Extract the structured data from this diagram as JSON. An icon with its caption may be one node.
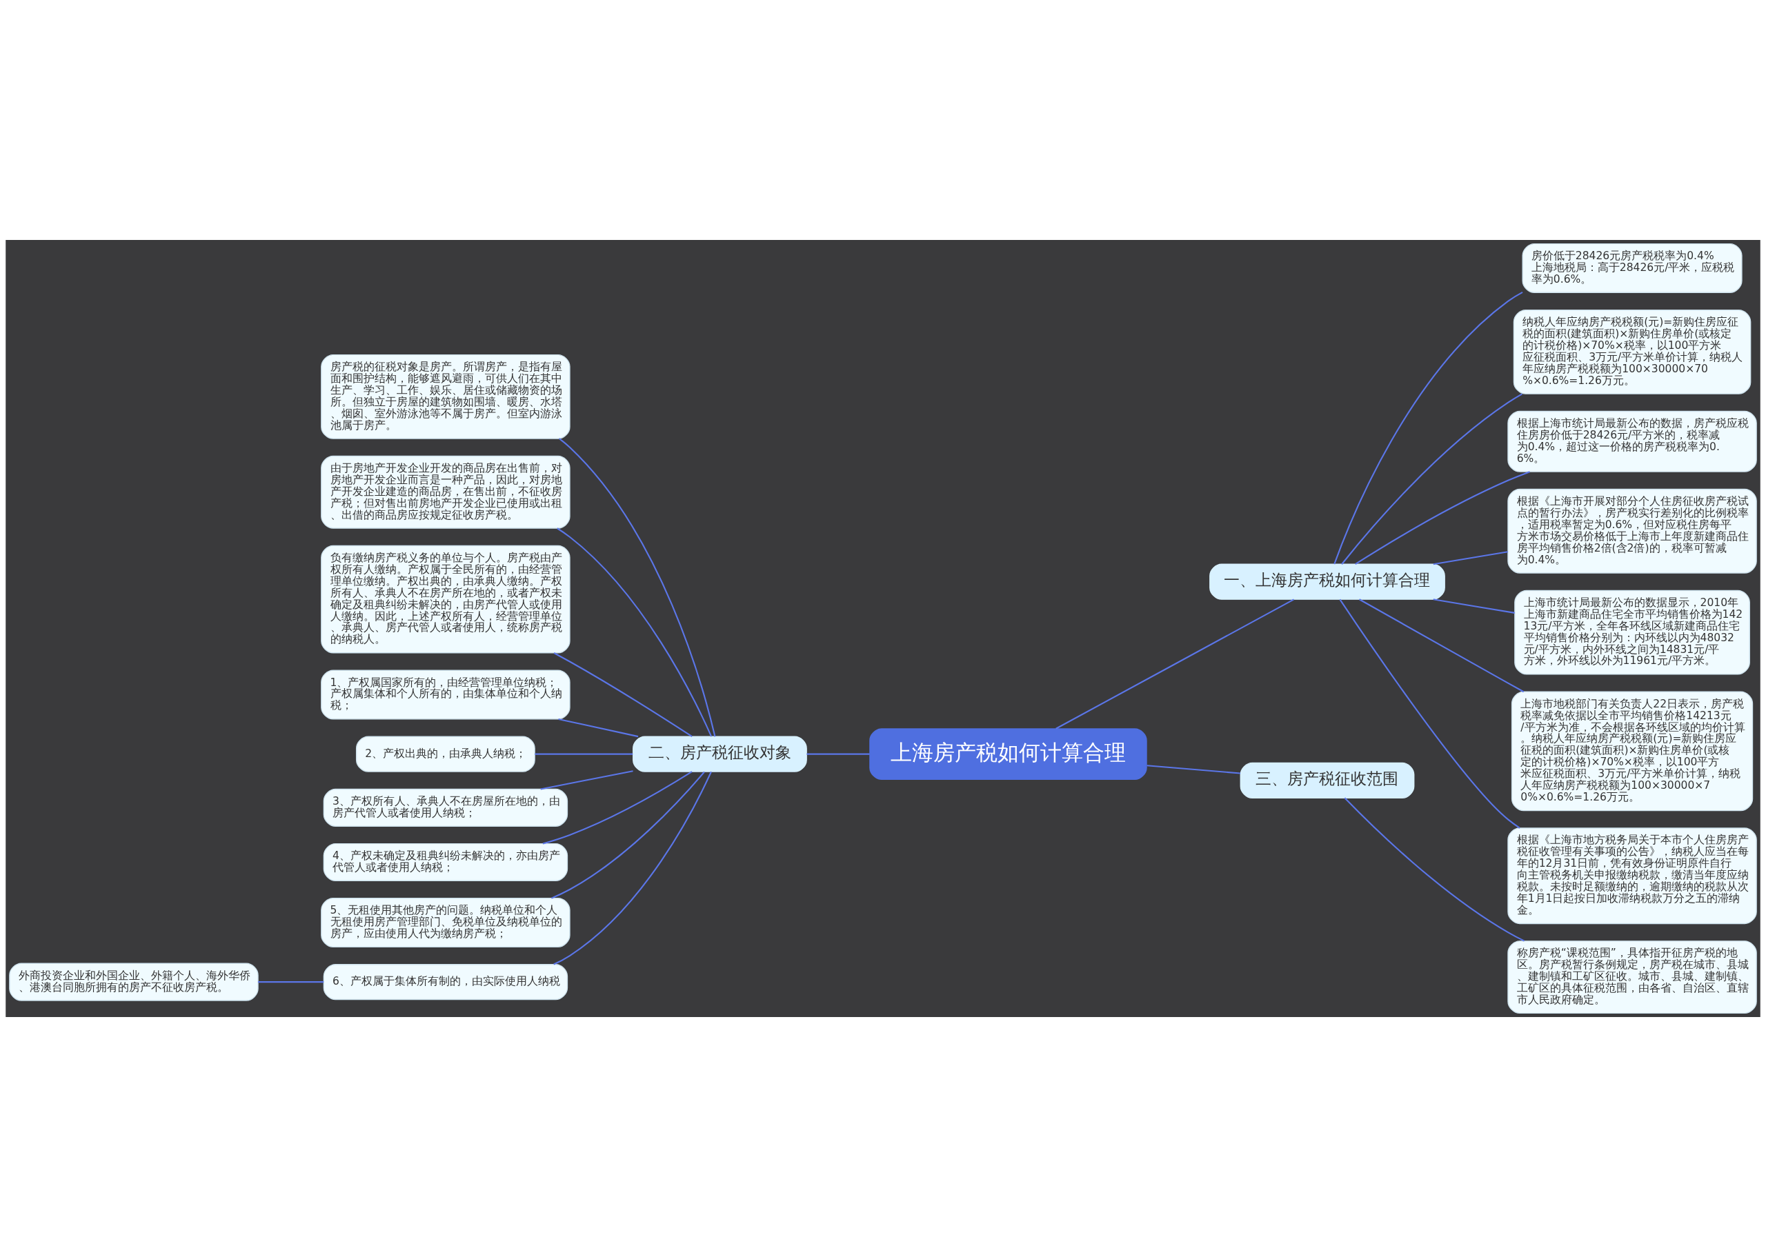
{
  "diagram": {
    "nodes": [
      {
        "text": [
          "上海房产税如何计算合理"
        ]
      },
      {
        "text": [
          "一、上海房产税如何计算合理"
        ]
      },
      {
        "text": [
          "房价低于28426元房产税税率为0.4% 上海地税局：高于28426元/平米，应税税率为0.6%。"
        ]
      },
      {
        "text": [
          "纳税人年应纳房产税税额(元)=新购住房应征税的面积(建筑面积)×新购住房单价(或核定的计税价格)×70%×税率，以100平方米应征税面积、3万元/平方米单价计算，纳税人年应纳房产税税额为100×30000×70%×0.6%=1.26万元。"
        ]
      },
      {
        "text": [
          "根据上海市统计局最新公布的数据，房产税应税住房房价低于28426元/平方米的，税率减为0.4%，超过这一价格的房产税税率为0.6%。"
        ]
      },
      {
        "text": [
          "根据《上海市开展对部分个人住房征收房产税试点的暂行办法》，房产税实行差别化的比例税率，适用税率暂定为0.6%，但对应税住房每平方米市场交易价格低于上海市上年度新建商品住房平均销售价格2倍(含2倍)的，税率可暂减为0.4%。"
        ]
      },
      {
        "text": [
          "上海市统计局最新公布的数据显示，2010年上海市新建商品住宅全市平均销售价格为14213元/平方米，全年各环线区域新建商品住宅平均销售价格分别为：内环线以内为48032元/平方米，内外环线之间为14831元/平方米，外环线以外为11961元/平方米。"
        ]
      },
      {
        "text": [
          "上海市地税部门有关负责人22日表示，房产税税率减免依据以全市平均销售价格14213元/平方米为准，不会根据各环线区域的均价计算。纳税人年应纳房产税税额(元)=新购住房应征税的面积(建筑面积)×新购住房单价(或核定的计税价格)×70%×税率，以100平方米应征税面积、3万元/平方米单价计算，纳税人年应纳房产税税额为100×30000×70%×0.6%=1.26万元。"
        ]
      },
      {
        "text": [
          "根据《上海市地方税务局关于本市个人住房房产税征收管理有关事项的公告》，纳税人应当在每年的12月31日前，凭有效身份证明原件自行向主管税务机关申报缴纳税款，缴清当年度应纳税款。未按时足额缴纳的，逾期缴纳的税款从次年1月1日起按日加收滞纳税款万分之五的滞纳金。"
        ]
      },
      {
        "text": [
          "二、房产税征收对象"
        ]
      },
      {
        "text": [
          "房产税的征税对象是房产。所谓房产，是指有屋面和围护结构，能够遮风避雨，可供人们在其中生产、学习、工作、娱乐、居住或储藏物资的场所。但独立于房屋的建筑物如围墙、暖房、水塔、烟囱、室外游泳池等不属于房产。但室内游泳池属于房产。"
        ]
      },
      {
        "text": [
          "由于房地产开发企业开发的商品房在出售前，对房地产开发企业而言是一种产品，因此，对房地产开发企业建造的商品房，在售出前，不征收房产税；但对售出前房地产开发企业已使用或出租、出借的商品房应按规定征收房产税。"
        ]
      },
      {
        "text": [
          "负有缴纳房产税义务的单位与个人。房产税由产权所有人缴纳。产权属于全民所有的，由经营管理单位缴纳。产权出典的，由承典人缴纳。产权所有人、承典人不在房产所在地的，或者产权未确定及租典纠纷未解决的，由房产代管人或使用人缴纳。因此，上述产权所有人，经营管理单位、承典人、房产代管人或者使用人，统称房产税的纳税人。"
        ]
      },
      {
        "text": [
          "1、产权属国家所有的，由经营管理单位纳税；产权属集体和个人所有的，由集体单位和个人纳税；"
        ]
      },
      {
        "text": [
          "2、产权出典的，由承典人纳税；"
        ]
      },
      {
        "text": [
          "3、产权所有人、承典人不在房屋所在地的，由房产代管人或者使用人纳税；"
        ]
      },
      {
        "text": [
          "4、产权未确定及租典纠纷未解决的，亦由房产代管人或者使用人纳税；"
        ]
      },
      {
        "text": [
          "5、无租使用其他房产的问题。纳税单位和个人无租使用房产管理部门、免税单位及纳税单位的房产，应由使用人代为缴纳房产税；"
        ]
      },
      {
        "text": [
          "6、产权属于集体所有制的，由实际使用人纳税"
        ]
      },
      {
        "text": [
          "外商投资企业和外国企业、外籍个人、海外华侨、港澳台同胞所拥有的房产不征收房产税。"
        ]
      },
      {
        "text": [
          "三、房产税征收范围"
        ]
      },
      {
        "text": [
          "称房产税“课税范围”，具体指开征房产税的地区。房产税暂行条例规定，房产税在城市、县城、建制镇和工矿区征收。城市、县城、建制镇、工矿区的具体征税范围，由各省、自治区、直辖市人民政府确定。"
        ]
      }
    ],
    "edges": [
      {
        "from": 0,
        "to": 1,
        "arrow": "none"
      },
      {
        "from": 1,
        "to": 2,
        "arrow": "none"
      },
      {
        "from": 1,
        "to": 3,
        "arrow": "none"
      },
      {
        "from": 1,
        "to": 4,
        "arrow": "none"
      },
      {
        "from": 1,
        "to": 5,
        "arrow": "none"
      },
      {
        "from": 1,
        "to": 6,
        "arrow": "none"
      },
      {
        "from": 1,
        "to": 7,
        "arrow": "none"
      },
      {
        "from": 1,
        "to": 8,
        "arrow": "none"
      },
      {
        "from": 0,
        "to": 9,
        "arrow": "none"
      },
      {
        "from": 9,
        "to": 10,
        "arrow": "none"
      },
      {
        "from": 9,
        "to": 11,
        "arrow": "none"
      },
      {
        "from": 9,
        "to": 12,
        "arrow": "none"
      },
      {
        "from": 9,
        "to": 13,
        "arrow": "none"
      },
      {
        "from": 9,
        "to": 14,
        "arrow": "none"
      },
      {
        "from": 9,
        "to": 15,
        "arrow": "none"
      },
      {
        "from": 9,
        "to": 16,
        "arrow": "none"
      },
      {
        "from": 9,
        "to": 17,
        "arrow": "none"
      },
      {
        "from": 9,
        "to": 18,
        "arrow": "none"
      },
      {
        "from": 18,
        "to": 19,
        "arrow": "none"
      },
      {
        "from": 0,
        "to": 20,
        "arrow": "none"
      },
      {
        "from": 20,
        "to": 21,
        "arrow": "none"
      }
    ]
  }
}
